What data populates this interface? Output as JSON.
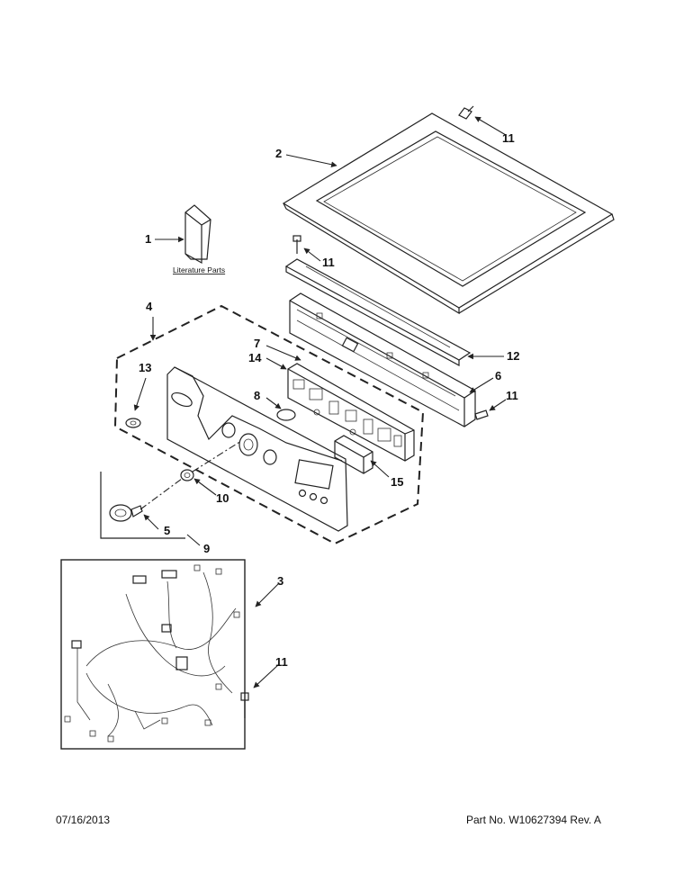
{
  "literature_label": "Literature Parts",
  "callouts": {
    "c1": "1",
    "c2": "2",
    "c3": "3",
    "c4": "4",
    "c5": "5",
    "c6": "6",
    "c7": "7",
    "c8": "8",
    "c9": "9",
    "c10": "10",
    "c11a": "11",
    "c11b": "11",
    "c11c": "11",
    "c11d": "11",
    "c12": "12",
    "c13": "13",
    "c14": "14",
    "c15": "15"
  },
  "footer": {
    "date": "07/16/2013",
    "part_no": "Part No.  W10627394  Rev.  A"
  }
}
